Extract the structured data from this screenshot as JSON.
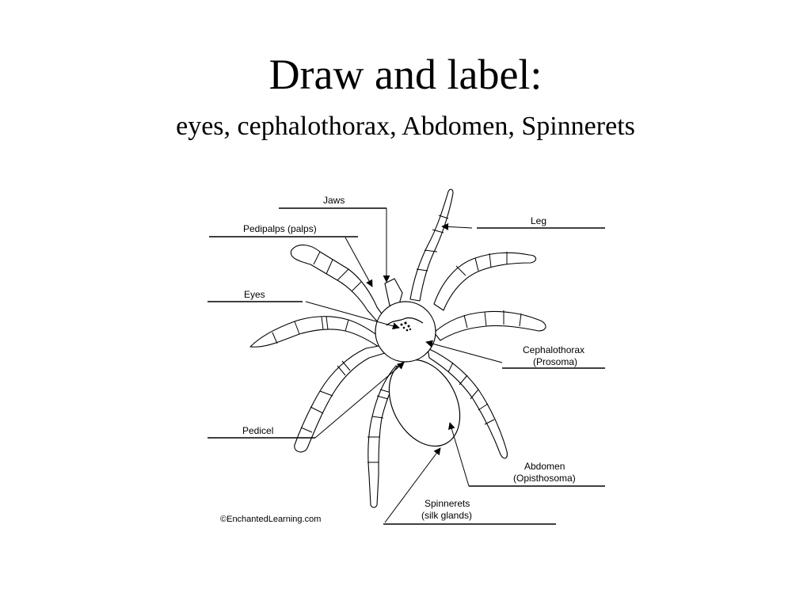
{
  "slide": {
    "title": "Draw and label:",
    "subtitle": "eyes, cephalothorax, Abdomen, Spinnerets"
  },
  "diagram": {
    "labels": {
      "jaws": "Jaws",
      "pedipalps": "Pedipalps (palps)",
      "eyes": "Eyes",
      "pedicel": "Pedicel",
      "leg": "Leg",
      "cephalothorax": "Cephalothorax",
      "cephalothorax_alt": "(Prosoma)",
      "abdomen": "Abdomen",
      "abdomen_alt": "(Opisthosoma)",
      "spinnerets": "Spinnerets",
      "spinnerets_alt": "(silk glands)"
    },
    "credit": "©EnchantedLearning.com"
  }
}
